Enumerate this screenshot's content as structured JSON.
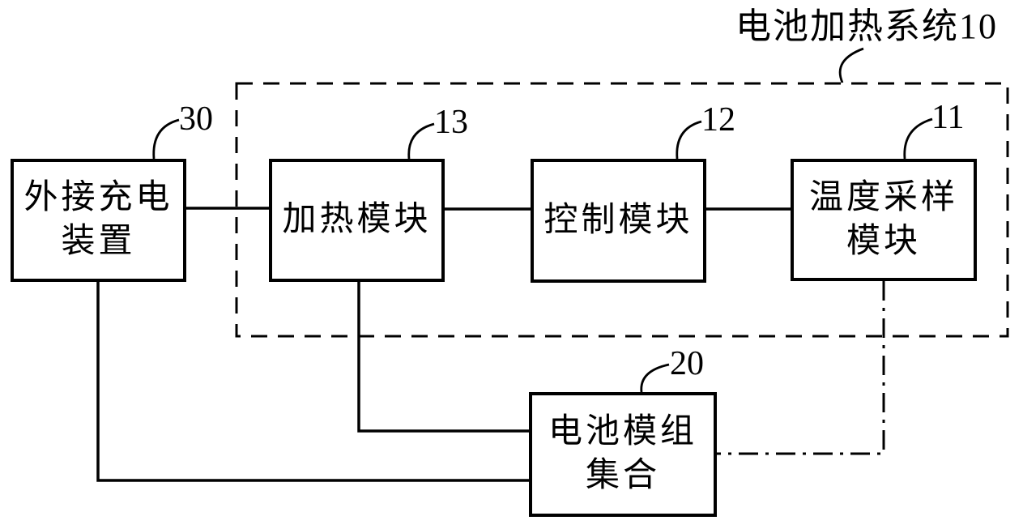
{
  "title": {
    "label": "电池加热系统10"
  },
  "boxes": {
    "external_charger": {
      "line1": "外接充电",
      "line2": "装置",
      "ref": "30"
    },
    "heating": {
      "line1": "加热模块",
      "ref": "13"
    },
    "control": {
      "line1": "控制模块",
      "ref": "12"
    },
    "temp_sampling": {
      "line1": "温度采样",
      "line2": "模块",
      "ref": "11"
    },
    "battery": {
      "line1": "电池模组",
      "line2": "集合",
      "ref": "20"
    }
  }
}
